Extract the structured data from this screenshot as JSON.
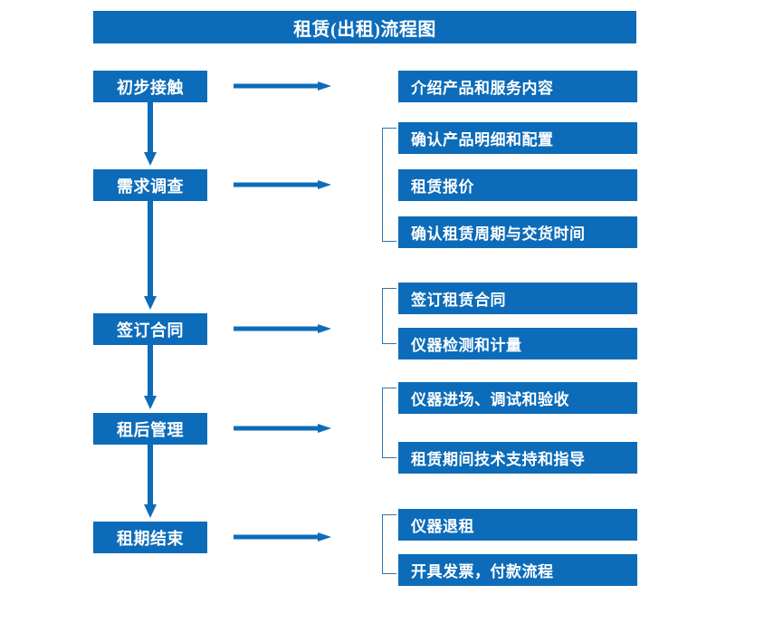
{
  "diagram": {
    "title": "租赁(出租)流程图",
    "colors": {
      "box_fill": "#0c6cb9",
      "box_text": "#ffffff",
      "arrow": "#0c6cb9",
      "bracket": "#2e75b6",
      "background": "#ffffff"
    },
    "stages": [
      {
        "label": "初步接触"
      },
      {
        "label": "需求调查"
      },
      {
        "label": "签订合同"
      },
      {
        "label": "租后管理"
      },
      {
        "label": "租期结束"
      }
    ],
    "groups": [
      {
        "stage": "初步接触",
        "has_bracket": false,
        "details": [
          {
            "label": "介绍产品和服务内容"
          }
        ]
      },
      {
        "stage": "需求调查",
        "has_bracket": true,
        "details": [
          {
            "label": "确认产品明细和配置"
          },
          {
            "label": "租赁报价"
          },
          {
            "label": "确认租赁周期与交货时间"
          }
        ]
      },
      {
        "stage": "签订合同",
        "has_bracket": true,
        "details": [
          {
            "label": "签订租赁合同"
          },
          {
            "label": "仪器检测和计量"
          }
        ]
      },
      {
        "stage": "租后管理",
        "has_bracket": true,
        "details": [
          {
            "label": "仪器进场、调试和验收"
          },
          {
            "label": "租赁期间技术支持和指导"
          }
        ]
      },
      {
        "stage": "租期结束",
        "has_bracket": true,
        "details": [
          {
            "label": "仪器退租"
          },
          {
            "label": "开具发票，付款流程"
          }
        ]
      }
    ],
    "connector_icons": {
      "horizontal": "right-arrow-icon",
      "vertical": "down-arrow-icon",
      "group": "bracket-icon"
    }
  }
}
